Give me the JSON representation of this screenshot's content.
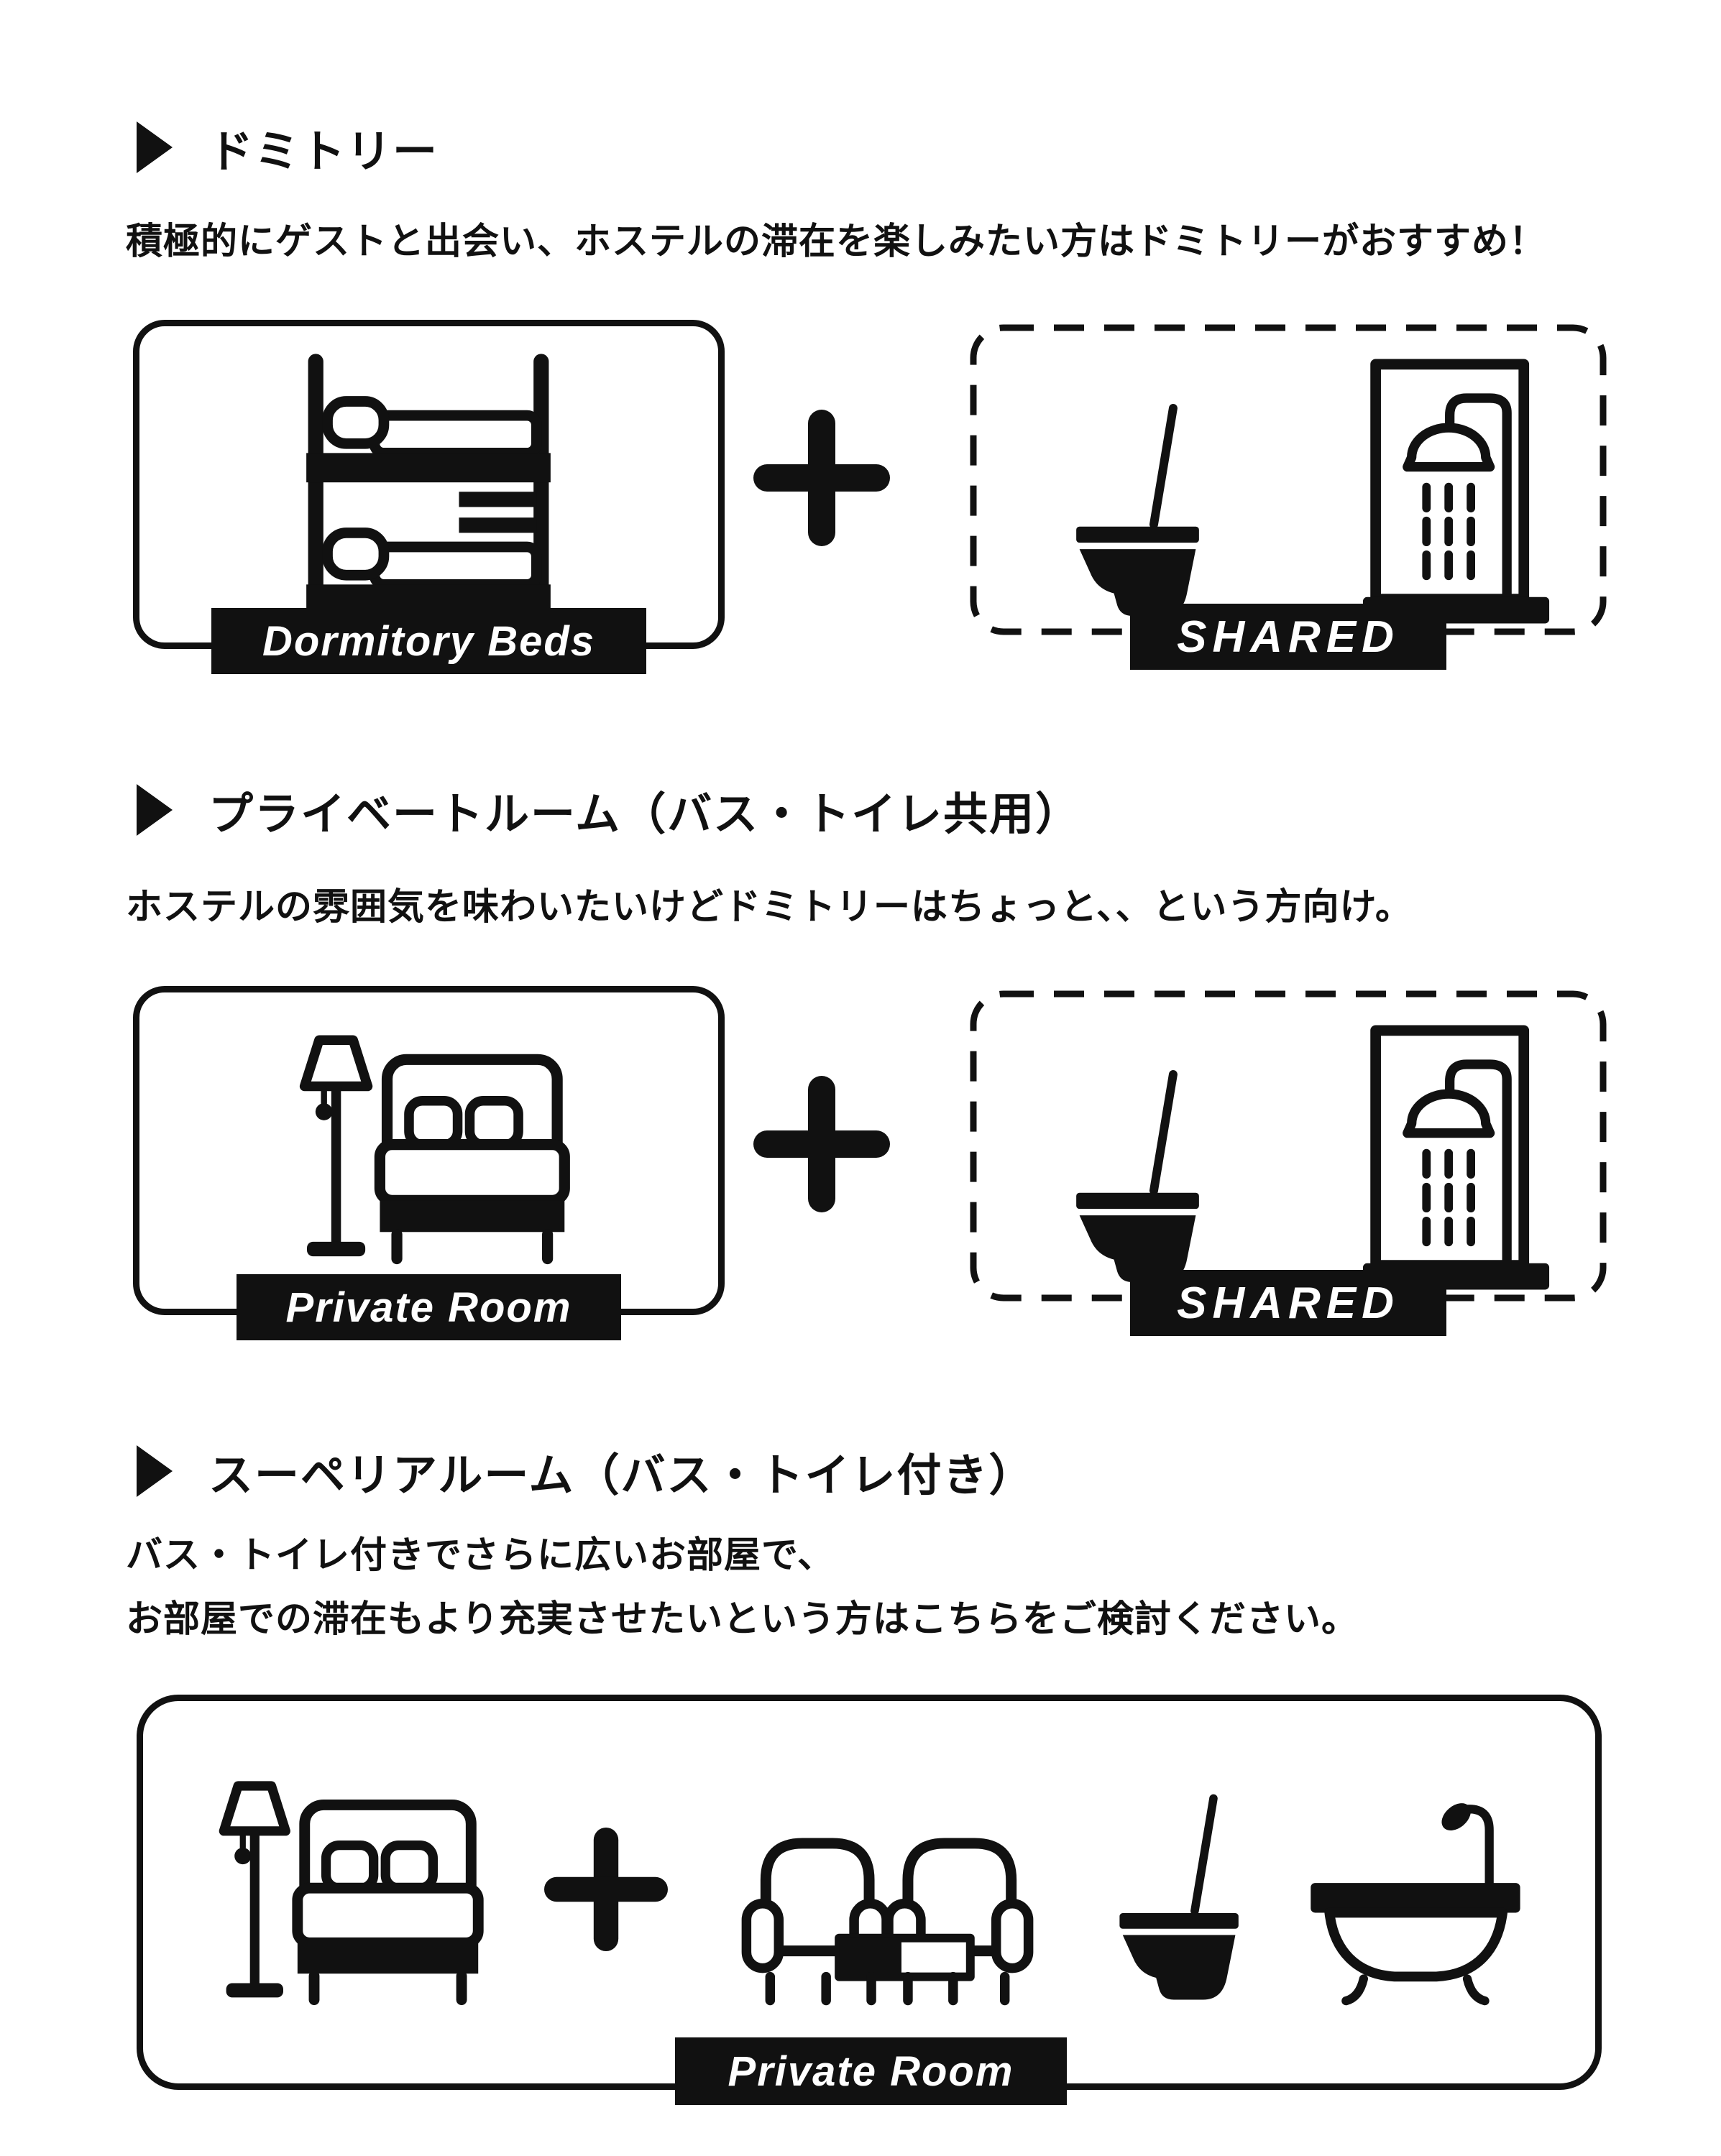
{
  "colors": {
    "ink": "#111111",
    "paper": "#ffffff",
    "label_bg": "#111111",
    "label_text": "#ffffff"
  },
  "sections": [
    {
      "heading": "ドミトリー",
      "description": "積極的にゲストと出会い、ホステルの滞在を楽しみたい方はドミトリーがおすすめ！",
      "room_label": "Dormitory Beds",
      "facility_label": "SHARED"
    },
    {
      "heading": "プライベートルーム（バス・トイレ共用）",
      "description": "ホステルの雰囲気を味わいたいけどドミトリーはちょっと、、という方向け。",
      "room_label": "Private Room",
      "facility_label": "SHARED"
    },
    {
      "heading": "スーペリアルーム（バス・トイレ付き）",
      "description_line1": "バス・トイレ付きでさらに広いお部屋で、",
      "description_line2": "お部屋での滞在もより充実させたいという方はこちらをご検討ください。",
      "room_label": "Private Room"
    }
  ]
}
